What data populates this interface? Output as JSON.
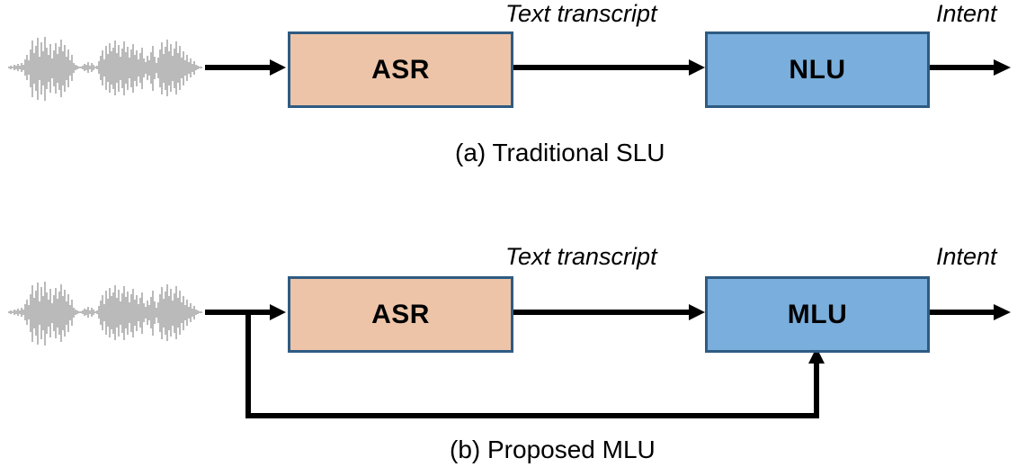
{
  "figure": {
    "title": "Traditional SLU vs Proposed MLU pipelines",
    "colors": {
      "asr_fill": "#edc4a8",
      "nlu_fill": "#7aaedc",
      "mlu_fill": "#7aaedc",
      "box_border": "#2e5b82",
      "arrow": "#000000",
      "waveform": "#6d6d6d",
      "background": "#ffffff",
      "text": "#000000"
    }
  },
  "panels": [
    {
      "id": "a",
      "caption": "(a) Traditional SLU",
      "input": {
        "name": "speech-waveform",
        "label": ""
      },
      "blocks": [
        {
          "id": "asr-a",
          "label": "ASR",
          "fill": "#edc4a8"
        },
        {
          "id": "nlu-a",
          "label": "NLU",
          "fill": "#7aaedc"
        }
      ],
      "edges": [
        {
          "from": "speech-waveform",
          "to": "asr-a",
          "label": ""
        },
        {
          "from": "asr-a",
          "to": "nlu-a",
          "label": "Text transcript"
        },
        {
          "from": "nlu-a",
          "to": "output",
          "label": "Intent"
        }
      ]
    },
    {
      "id": "b",
      "caption": "(b) Proposed MLU",
      "input": {
        "name": "speech-waveform",
        "label": ""
      },
      "blocks": [
        {
          "id": "asr-b",
          "label": "ASR",
          "fill": "#edc4a8"
        },
        {
          "id": "mlu-b",
          "label": "MLU",
          "fill": "#7aaedc"
        }
      ],
      "edges": [
        {
          "from": "speech-waveform",
          "to": "asr-b",
          "label": ""
        },
        {
          "from": "asr-b",
          "to": "mlu-b",
          "label": "Text transcript"
        },
        {
          "from": "mlu-b",
          "to": "output",
          "label": "Intent"
        },
        {
          "from": "speech-waveform",
          "to": "mlu-b",
          "label": ""
        }
      ]
    }
  ],
  "labels": {
    "text_transcript_top": "Text transcript",
    "intent_top": "Intent",
    "text_transcript_bottom": "Text transcript",
    "intent_bottom": "Intent",
    "caption_a": "(a) Traditional SLU",
    "caption_b": "(b) Proposed MLU",
    "asr_top": "ASR",
    "nlu_top": "NLU",
    "asr_bottom": "ASR",
    "mlu_bottom": "MLU"
  }
}
